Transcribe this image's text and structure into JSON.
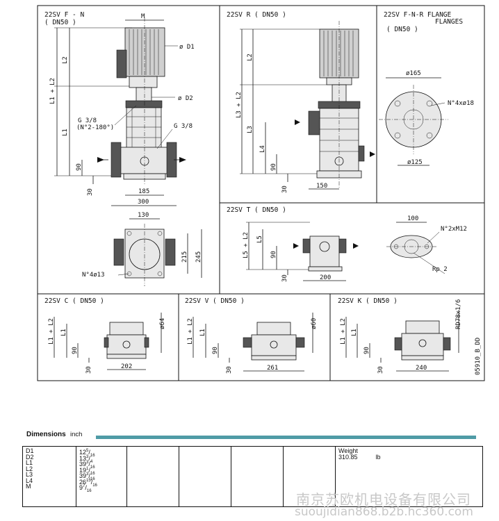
{
  "panels": {
    "fn": {
      "title": "22SV F - N",
      "sub": "( DN50 )",
      "dims": {
        "M": "M",
        "D1": "ø D1",
        "D2": "ø D2",
        "L2": "L2",
        "L1L2": "L1 + L2",
        "L1": "L1",
        "G1": "G 3/8",
        "G1b": "(N°2-180°)",
        "G2": "G 3/8",
        "d90": "90",
        "d30": "30",
        "d185": "185",
        "d300": "300",
        "d130": "130",
        "d215": "215",
        "d245": "245",
        "holes": "N°4ø13"
      }
    },
    "r": {
      "title": "22SV R ( DN50 )",
      "dims": {
        "L2": "L2",
        "L3L2": "L3 + L2",
        "L3": "L3",
        "L4": "L4",
        "d90": "90",
        "d30": "30",
        "d150": "150"
      }
    },
    "flange": {
      "title": "22SV F-N-R FLANGE",
      "title2": "FLANGES",
      "sub": "( DN50 )",
      "dims": {
        "d165": "ø165",
        "holes": "N°4xø18",
        "d125": "ø125"
      }
    },
    "t": {
      "title": "22SV T ( DN50 )",
      "dims": {
        "L5L2": "L5 + L2",
        "L5": "L5",
        "d90": "90",
        "d30": "30",
        "d200": "200",
        "d100": "100",
        "holes": "N°2xM12",
        "rp": "Rp 2"
      }
    },
    "c": {
      "title": "22SV C ( DN50 )",
      "dims": {
        "L1L2": "L1 + L2",
        "L1": "L1",
        "d90": "90",
        "d30": "30",
        "d64": "ø64",
        "d202": "202"
      }
    },
    "v": {
      "title": "22SV V ( DN50 )",
      "dims": {
        "L1L2": "L1 + L2",
        "L1": "L1",
        "d90": "90",
        "d30": "30",
        "d60": "ø60",
        "d261": "261"
      }
    },
    "k": {
      "title": "22SV K ( DN50 )",
      "dims": {
        "L1L2": "L1 + L2",
        "L1": "L1",
        "d90": "90",
        "d30": "30",
        "rd": "RD78x1/6",
        "d240": "240",
        "code": "05910_B_DD"
      }
    }
  },
  "dimensions": {
    "title": "Dimensions",
    "unit": "inch",
    "rows": [
      {
        "name": "D1",
        "whole": "12",
        "num": "5",
        "den": "16"
      },
      {
        "name": "D2",
        "whole": "13",
        "num": "3",
        "den": "4"
      },
      {
        "name": "L1",
        "whole": "39",
        "num": "3",
        "den": "16"
      },
      {
        "name": "L2",
        "whole": "19",
        "num": "1",
        "den": "16"
      },
      {
        "name": "L3",
        "whole": "39",
        "num": "3",
        "den": "16"
      },
      {
        "name": "L4",
        "whole": "26",
        "num": "15",
        "den": "16"
      },
      {
        "name": "M",
        "whole": "9",
        "num": "7",
        "den": "16"
      }
    ],
    "weight_label": "Weight",
    "weight_value": "310.85",
    "weight_unit": "lb"
  },
  "watermark": {
    "line1": "南京苏欧机电设备有限公司",
    "line2": "suoujidian868.b2b.hc360.com"
  }
}
